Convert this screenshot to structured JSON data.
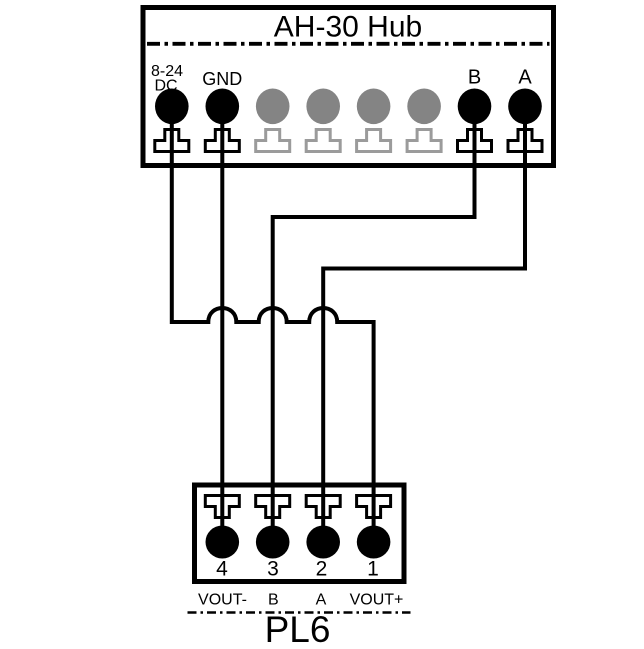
{
  "hub": {
    "title": "AH-30 Hub",
    "terminals": [
      {
        "id": "power",
        "label_line1": "8-24",
        "label_line2": "DC",
        "used": true
      },
      {
        "id": "gnd",
        "label": "GND",
        "used": true
      },
      {
        "id": "unused-1",
        "used": false
      },
      {
        "id": "unused-2",
        "used": false
      },
      {
        "id": "unused-3",
        "used": false
      },
      {
        "id": "unused-4",
        "used": false
      },
      {
        "id": "b",
        "label": "B",
        "used": true
      },
      {
        "id": "a",
        "label": "A",
        "used": true
      }
    ]
  },
  "peripheral": {
    "title": "PL6",
    "pins": [
      {
        "number": "4",
        "label": "VOUT-"
      },
      {
        "number": "3",
        "label": "B"
      },
      {
        "number": "2",
        "label": "A"
      },
      {
        "number": "1",
        "label": "VOUT+"
      }
    ]
  },
  "connections": [
    {
      "from": "hub 8-24 DC",
      "to": "PL6 pin 1 VOUT+"
    },
    {
      "from": "hub GND",
      "to": "PL6 pin 4 VOUT-"
    },
    {
      "from": "hub B",
      "to": "PL6 pin 3 B"
    },
    {
      "from": "hub A",
      "to": "PL6 pin 2 A"
    }
  ],
  "colors": {
    "line": "#000000",
    "unused_terminal": "#848484",
    "unused_lug": "#9b9b9b",
    "background": "#ffffff"
  }
}
